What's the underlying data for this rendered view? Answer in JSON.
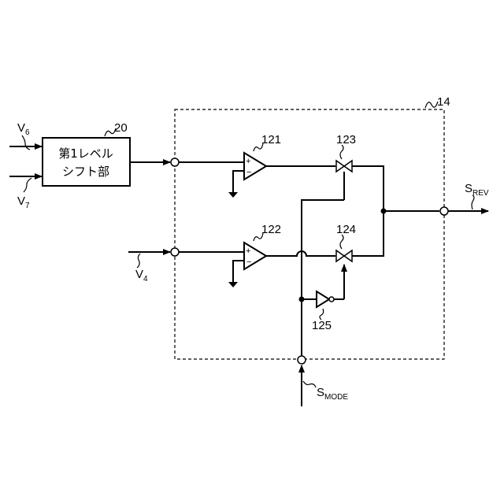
{
  "diagram": {
    "block_label": "14",
    "level_shift": {
      "ref": "20",
      "line1": "第1レベル",
      "line2": "シフト部"
    },
    "amp1": {
      "ref": "121",
      "plus": "+",
      "minus": "−"
    },
    "amp2": {
      "ref": "122",
      "plus": "+",
      "minus": "−"
    },
    "switch1": {
      "ref": "123"
    },
    "switch2": {
      "ref": "124"
    },
    "inverter": {
      "ref": "125"
    },
    "signals": {
      "v6": {
        "main": "V",
        "sub": "6"
      },
      "v7": {
        "main": "V",
        "sub": "7"
      },
      "v4": {
        "main": "V",
        "sub": "4"
      },
      "srev": {
        "main": "S",
        "sub": "REV"
      },
      "smode": {
        "main": "S",
        "sub": "MODE"
      }
    }
  }
}
